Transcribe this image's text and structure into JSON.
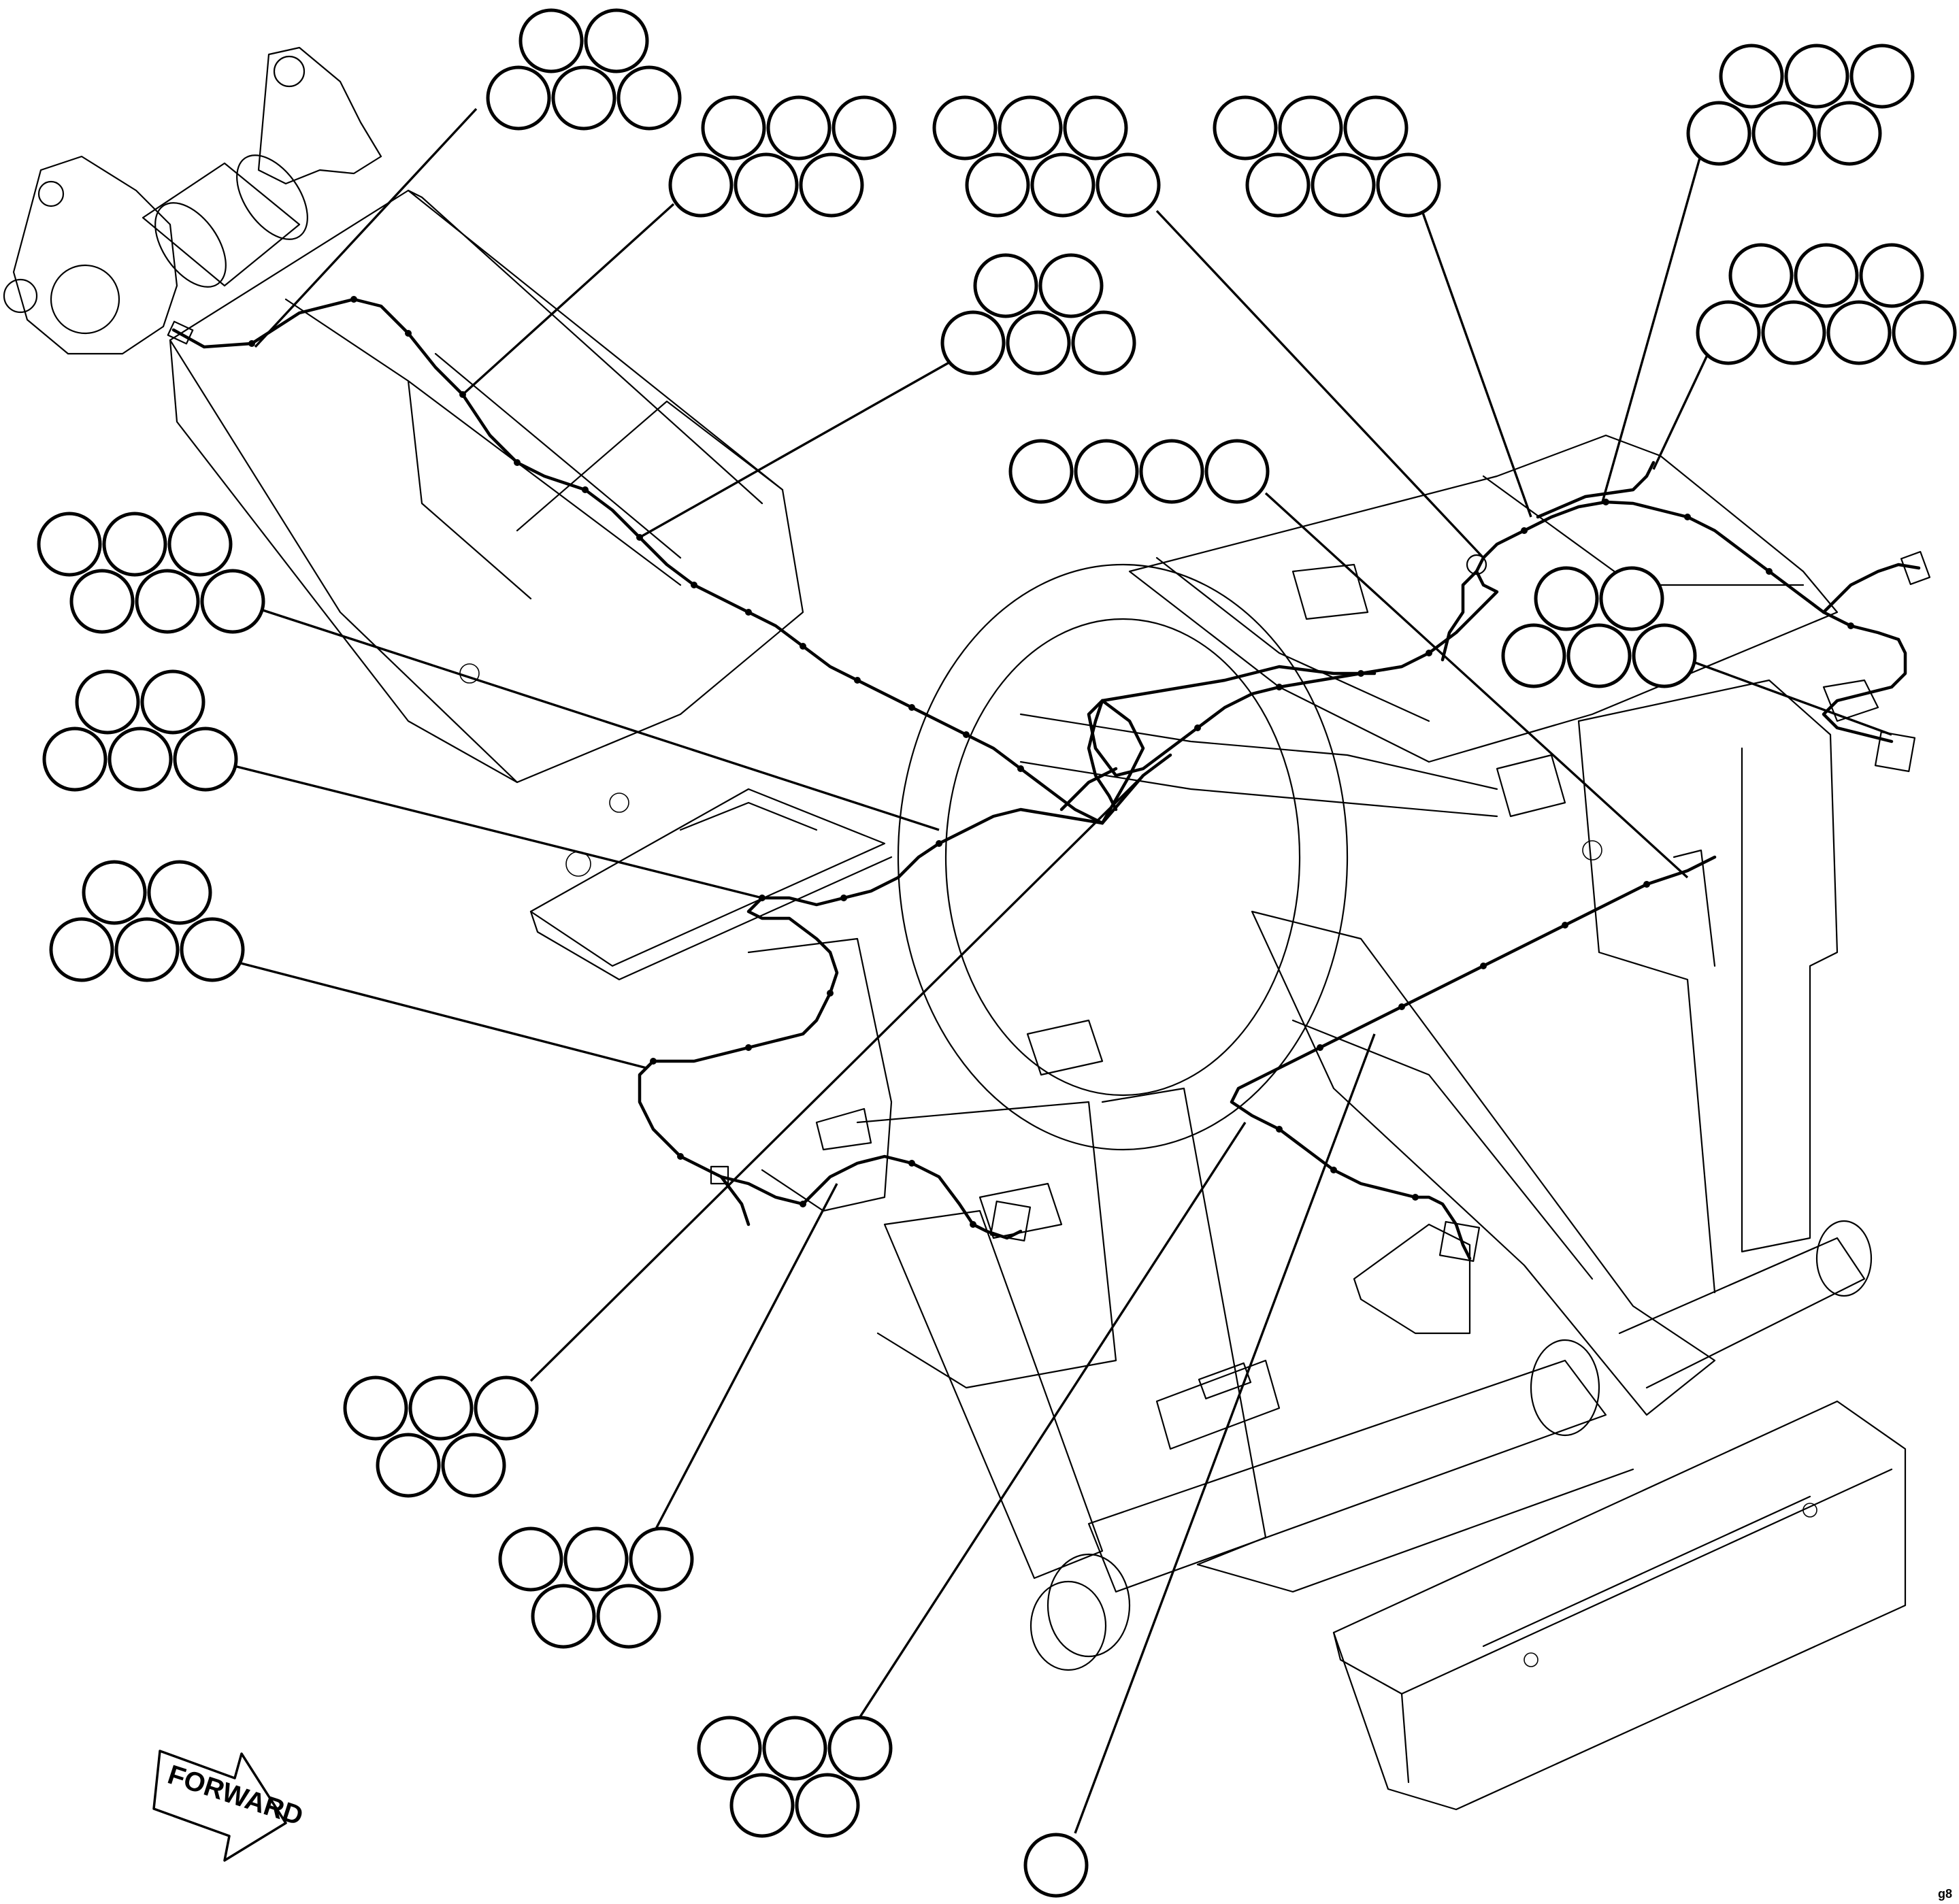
{
  "diagram": {
    "arrow_label": "FORWARD",
    "sheet_id": "g8"
  },
  "callouts": [
    {
      "name": "callout-1",
      "bubbles": 5,
      "rows": [
        2,
        3
      ]
    },
    {
      "name": "callout-2",
      "bubbles": 6,
      "rows": [
        3,
        3
      ]
    },
    {
      "name": "callout-3",
      "bubbles": 6,
      "rows": [
        3,
        3
      ]
    },
    {
      "name": "callout-4",
      "bubbles": 6,
      "rows": [
        3,
        3
      ]
    },
    {
      "name": "callout-5",
      "bubbles": 6,
      "rows": [
        3,
        3
      ]
    },
    {
      "name": "callout-6",
      "bubbles": 7,
      "rows": [
        3,
        4
      ]
    },
    {
      "name": "callout-7",
      "bubbles": 5,
      "rows": [
        2,
        3
      ]
    },
    {
      "name": "callout-8",
      "bubbles": 4,
      "rows": [
        4
      ]
    },
    {
      "name": "callout-9",
      "bubbles": 6,
      "rows": [
        3,
        3
      ]
    },
    {
      "name": "callout-10",
      "bubbles": 5,
      "rows": [
        2,
        3
      ]
    },
    {
      "name": "callout-11",
      "bubbles": 5,
      "rows": [
        2,
        3
      ]
    },
    {
      "name": "callout-12",
      "bubbles": 5,
      "rows": [
        2,
        3
      ]
    },
    {
      "name": "callout-13",
      "bubbles": 5,
      "rows": [
        3,
        2
      ]
    },
    {
      "name": "callout-14",
      "bubbles": 5,
      "rows": [
        3,
        2
      ]
    },
    {
      "name": "callout-15",
      "bubbles": 5,
      "rows": [
        3,
        2
      ]
    },
    {
      "name": "callout-16",
      "bubbles": 1,
      "rows": [
        1
      ]
    }
  ]
}
